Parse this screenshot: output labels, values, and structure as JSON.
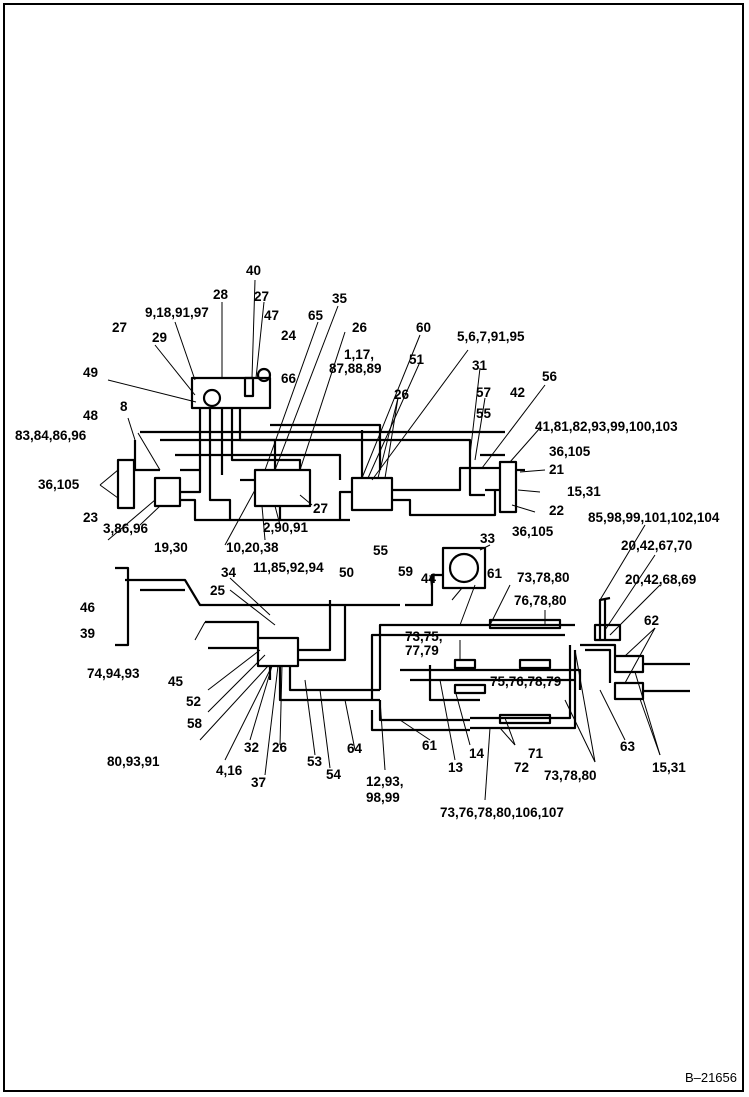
{
  "figure_id": "B–21656",
  "callouts": [
    "40",
    "28",
    "27",
    "9,18,91,97",
    "47",
    "35",
    "27",
    "29",
    "65",
    "24",
    "26",
    "60",
    "5,6,7,91,95",
    "66",
    "1,17,",
    "87,88,89",
    "51",
    "49",
    "31",
    "56",
    "8",
    "26",
    "57",
    "42",
    "55",
    "48",
    "41,81,82,93,99,100,103",
    "83,84,86,96",
    "36,105",
    "21",
    "36,105",
    "15,31",
    "23",
    "3,86,96",
    "27",
    "2,90,91",
    "22",
    "36,105",
    "19,30",
    "10,20,38",
    "85,98,99,101,102,104",
    "33",
    "20,42,67,70",
    "11,85,92,94",
    "50",
    "55",
    "59",
    "44",
    "61",
    "34",
    "73,78,80",
    "20,42,68,69",
    "46",
    "25",
    "76,78,80",
    "39",
    "62",
    "73,75,",
    "77,79",
    "74,94,93",
    "45",
    "52",
    "75,76,78,79",
    "58",
    "80,93,91",
    "4,16",
    "32",
    "26",
    "53",
    "64",
    "61",
    "14",
    "71",
    "63",
    "37",
    "54",
    "13",
    "72",
    "73,78,80",
    "15,31",
    "12,93,",
    "98,99",
    "73,76,78,80,106,107"
  ],
  "colors": {
    "line": "#000000",
    "background": "#ffffff"
  }
}
